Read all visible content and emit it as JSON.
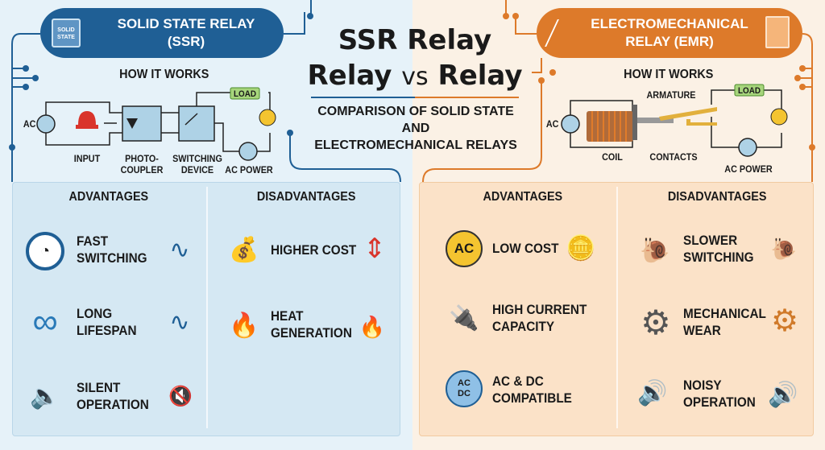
{
  "title": {
    "line1": "SSR Relay",
    "line2a": "Relay",
    "vs": "vs",
    "line2b": "Relay",
    "subtitle1": "COMPARISON OF SOLID STATE",
    "subtitle2": "AND",
    "subtitle3": "ELECTROMECHANICAL RELAYS"
  },
  "ssr": {
    "header1": "SOLID STATE RELAY",
    "header2": "(SSR)",
    "chip_label1": "SOLID",
    "chip_label2": "STATE",
    "how": "HOW IT WORKS",
    "diagram": {
      "ac": "AC",
      "load": "LOAD",
      "input": "INPUT",
      "photo1": "PHOTO-",
      "photo2": "COUPLER",
      "switch1": "SWITCHING",
      "switch2": "DEVICE",
      "ac_power": "AC POWER"
    },
    "advantages_title": "ADVANTAGES",
    "disadvantages_title": "DISADVANTAGES",
    "advantages": [
      {
        "l1": "FAST",
        "l2": "SWITCHING"
      },
      {
        "l1": "LONG",
        "l2": "LIFESPAN"
      },
      {
        "l1": "SILENT",
        "l2": "OPERATION"
      }
    ],
    "disadvantages": [
      {
        "l1": "HIGHER COST"
      },
      {
        "l1": "HEAT",
        "l2": "GENERATION"
      }
    ]
  },
  "emr": {
    "header1": "ELECTROMECHANICAL",
    "header2": "RELAY (EMR)",
    "how": "HOW IT WORKS",
    "diagram": {
      "ac": "AC",
      "load": "LOAD",
      "armature": "ARMATURE",
      "coil": "COIL",
      "contacts": "CONTACTS",
      "ac_power": "AC POWER"
    },
    "advantages_title": "ADVANTAGES",
    "disadvantages_title": "DISADVANTAGES",
    "advantages": [
      {
        "l1": "LOW COST",
        "badge": "AC"
      },
      {
        "l1": "HIGH CURRENT",
        "l2": "CAPACITY"
      },
      {
        "l1": "AC & DC",
        "l2": "COMPATIBLE",
        "badge1": "AC",
        "badge2": "DC"
      }
    ],
    "disadvantages": [
      {
        "l1": "SLOWER",
        "l2": "SWITCHING"
      },
      {
        "l1": "MECHANICAL",
        "l2": "WEAR"
      },
      {
        "l1": "NOISY",
        "l2": "OPERATION"
      }
    ]
  },
  "colors": {
    "ssr": "#1f5f95",
    "emr": "#dd7a2a"
  }
}
